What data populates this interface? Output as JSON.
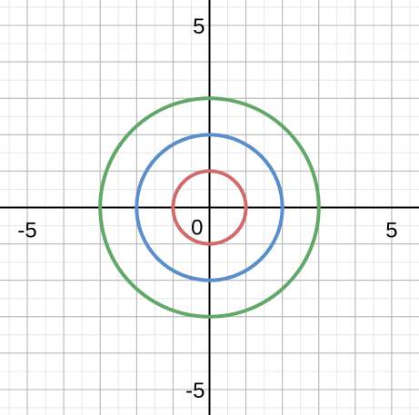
{
  "chart_data": {
    "type": "circle-graph",
    "title": "",
    "xlabel": "",
    "ylabel": "",
    "xlim": [
      -5.75,
      5.75
    ],
    "ylim": [
      -5.7,
      5.7
    ],
    "grid": true,
    "grid_step": 1,
    "x_ticks": [
      {
        "value": -5,
        "label": "-5"
      },
      {
        "value": 5,
        "label": "5"
      }
    ],
    "y_ticks": [
      {
        "value": 5,
        "label": "5"
      },
      {
        "value": -5,
        "label": "-5"
      }
    ],
    "origin_label": "0",
    "series": [
      {
        "shape": "circle",
        "center": [
          0,
          0
        ],
        "radius": 1,
        "color": "#d16a6a"
      },
      {
        "shape": "circle",
        "center": [
          0,
          0
        ],
        "radius": 2,
        "color": "#5b8fcc"
      },
      {
        "shape": "circle",
        "center": [
          0,
          0
        ],
        "radius": 3,
        "color": "#62a868"
      }
    ]
  }
}
